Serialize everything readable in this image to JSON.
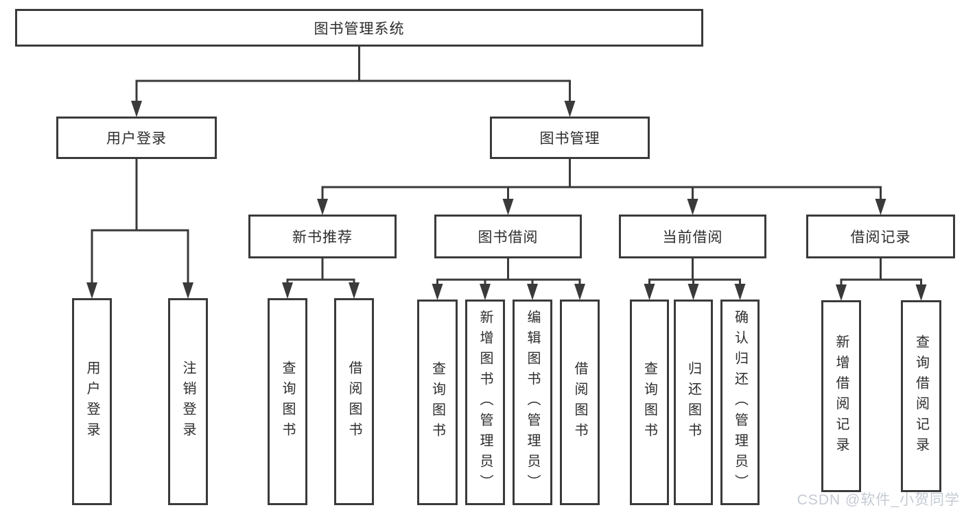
{
  "diagram": {
    "type": "tree",
    "title": "图书管理系统",
    "nodeLabels": {
      "root": "图书管理系统",
      "user-login": "用户登录",
      "book-mgmt": "图书管理",
      "new-book": "新书推荐",
      "book-borrow": "图书借阅",
      "current-borrow": "当前借阅",
      "borrow-records": "借阅记录",
      "login": "用户登录",
      "logout": "注销登录",
      "nb-query": "查询图书",
      "nb-borrow": "借阅图书",
      "bb-query": "查询图书",
      "bb-add": "新增图书（管理员）",
      "bb-edit": "编辑图书（管理员）",
      "bb-borrow": "借阅图书",
      "cb-query": "查询图书",
      "cb-return": "归还图书",
      "cb-confirm": "确认归还（管理员）",
      "br-add": "新增借阅记录",
      "br-query": "查询借阅记录"
    },
    "edges": [
      {
        "from": "root",
        "to": "user-login"
      },
      {
        "from": "root",
        "to": "book-mgmt"
      },
      {
        "from": "user-login",
        "to": "login"
      },
      {
        "from": "user-login",
        "to": "logout"
      },
      {
        "from": "book-mgmt",
        "to": "new-book"
      },
      {
        "from": "book-mgmt",
        "to": "book-borrow"
      },
      {
        "from": "book-mgmt",
        "to": "current-borrow"
      },
      {
        "from": "book-mgmt",
        "to": "borrow-records"
      },
      {
        "from": "new-book",
        "to": "nb-query"
      },
      {
        "from": "new-book",
        "to": "nb-borrow"
      },
      {
        "from": "book-borrow",
        "to": "bb-query"
      },
      {
        "from": "book-borrow",
        "to": "bb-add"
      },
      {
        "from": "book-borrow",
        "to": "bb-edit"
      },
      {
        "from": "book-borrow",
        "to": "bb-borrow"
      },
      {
        "from": "current-borrow",
        "to": "cb-query"
      },
      {
        "from": "current-borrow",
        "to": "cb-return"
      },
      {
        "from": "current-borrow",
        "to": "cb-confirm"
      },
      {
        "from": "borrow-records",
        "to": "br-add"
      },
      {
        "from": "borrow-records",
        "to": "br-query"
      }
    ],
    "colors": {
      "line": "#3a3a3a",
      "box_border": "#3a3a3a",
      "text": "#2d2d2d",
      "background": "#ffffff",
      "watermark": "#c5cad3"
    },
    "watermark": {
      "text": "CSDN @软件_小贺同学"
    }
  }
}
